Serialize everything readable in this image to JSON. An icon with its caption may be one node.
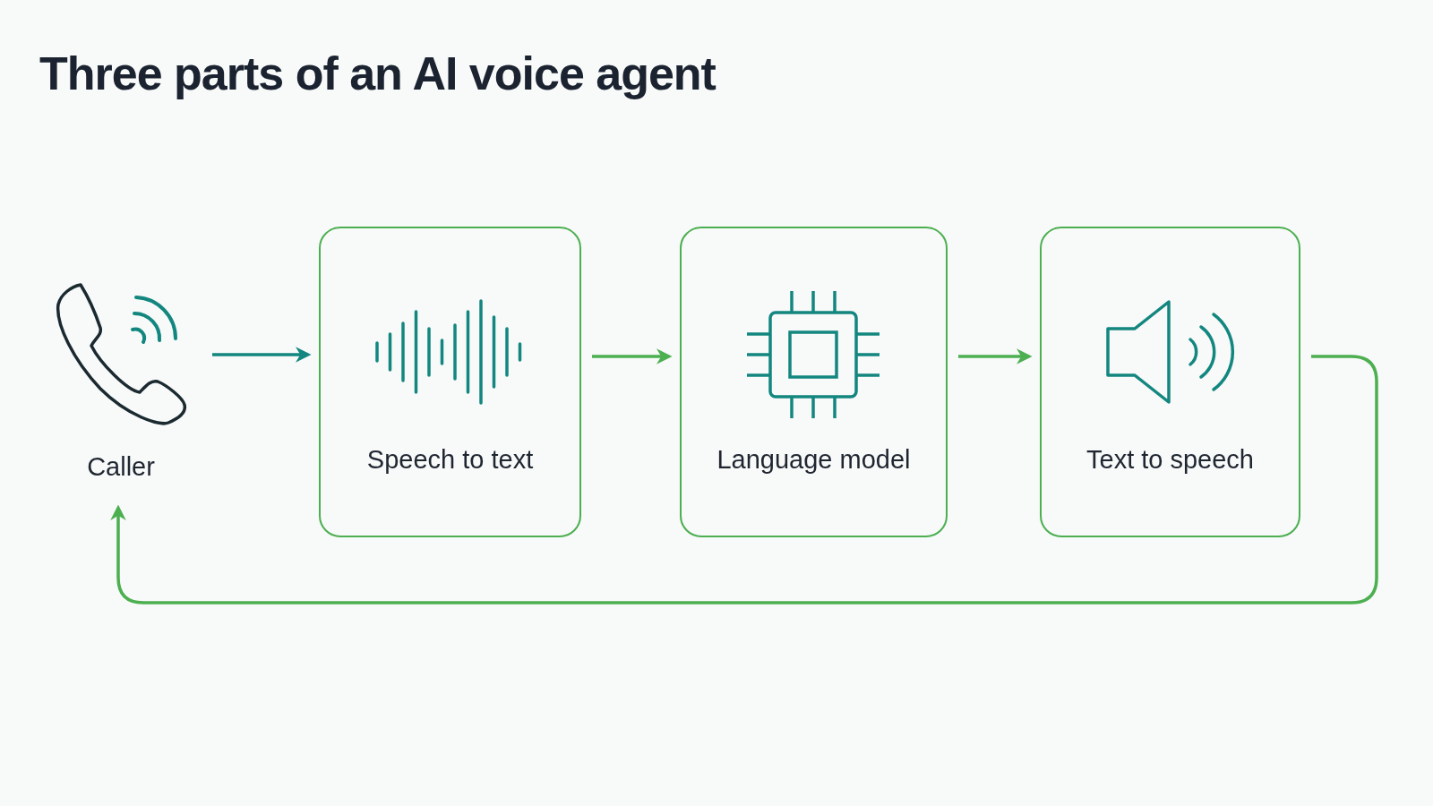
{
  "diagram": {
    "title": "Three parts of an AI voice agent",
    "nodes": [
      {
        "text": [
          "Caller"
        ]
      },
      {
        "text": [
          "Speech to text"
        ]
      },
      {
        "text": [
          "Language model"
        ]
      },
      {
        "text": [
          "Text to speech"
        ]
      }
    ],
    "edges": [
      {
        "from": 0,
        "to": 1,
        "arrow": "to",
        "color": "#13877f"
      },
      {
        "from": 1,
        "to": 2,
        "arrow": "to"
      },
      {
        "from": 2,
        "to": 3,
        "arrow": "to"
      },
      {
        "from": 3,
        "to": 0,
        "arrow": "to"
      }
    ]
  }
}
